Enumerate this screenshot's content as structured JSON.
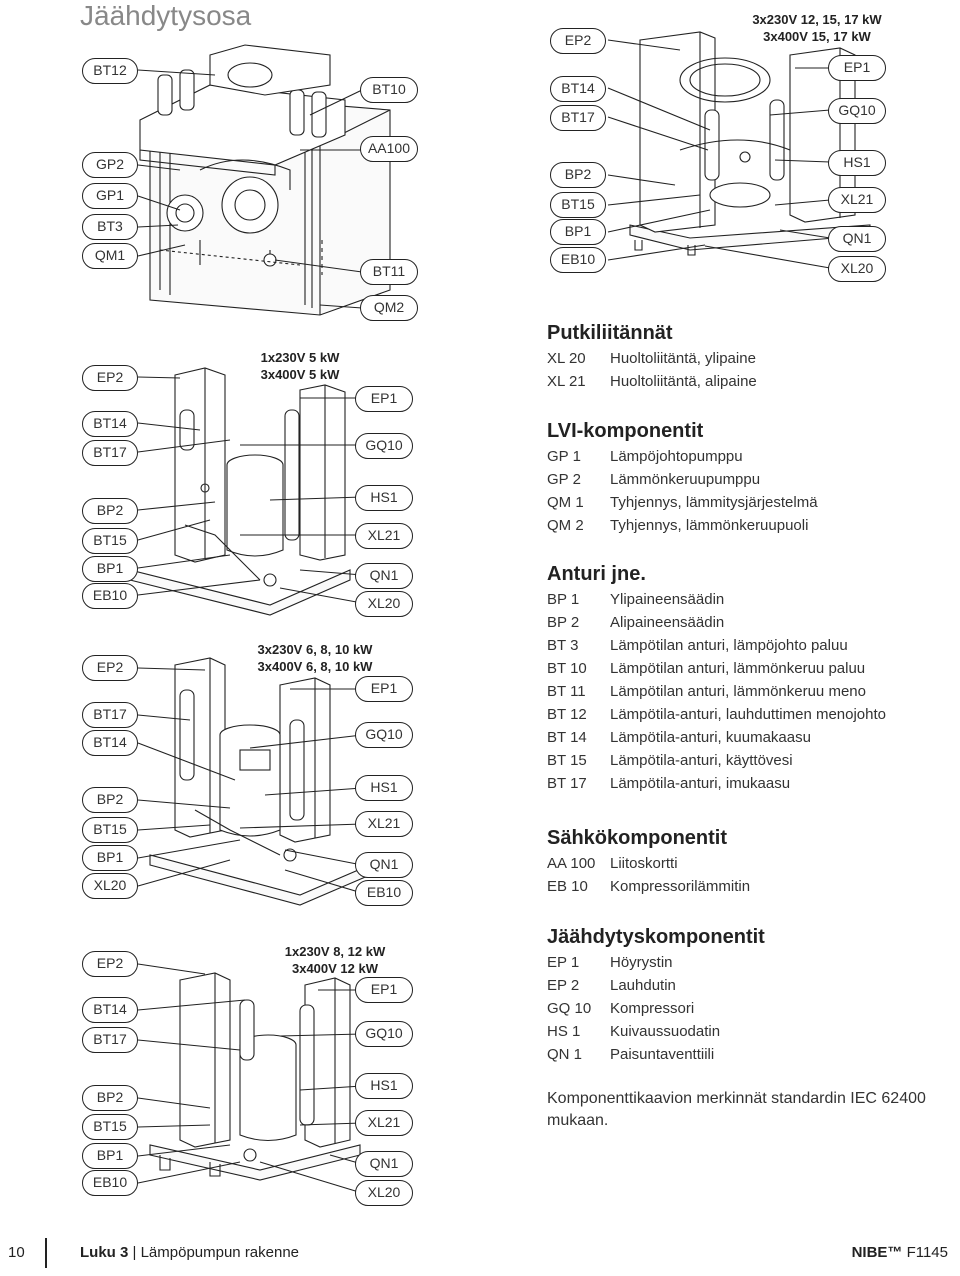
{
  "page": {
    "title": "Jäähdytysosa",
    "page_number": "10",
    "chapter_label": "Luku 3",
    "chapter_title": "Lämpöpumpun rakenne",
    "brand": "NIBE™",
    "model": "F1145"
  },
  "diagrams": {
    "d1": {
      "caption": "",
      "left_tags": [
        "BT12",
        "GP2",
        "GP1",
        "BT3",
        "QM1"
      ],
      "right_tags": [
        "BT10",
        "AA100",
        "BT11",
        "QM2"
      ]
    },
    "d2": {
      "caption_line1": "3x230V 12, 15, 17 kW",
      "caption_line2": "3x400V 15, 17 kW",
      "left_tags": [
        "EP2",
        "BT14",
        "BT17",
        "BP2",
        "BT15",
        "BP1",
        "EB10"
      ],
      "right_tags": [
        "EP1",
        "GQ10",
        "HS1",
        "XL21",
        "QN1",
        "XL20"
      ]
    },
    "d3": {
      "caption_line1": "1x230V 5 kW",
      "caption_line2": "3x400V 5 kW",
      "left_tags": [
        "EP2",
        "BT14",
        "BT17",
        "BP2",
        "BT15",
        "BP1",
        "EB10"
      ],
      "right_tags": [
        "EP1",
        "GQ10",
        "HS1",
        "XL21",
        "QN1",
        "XL20"
      ]
    },
    "d4": {
      "caption_line1": "3x230V 6, 8, 10 kW",
      "caption_line2": "3x400V 6, 8, 10 kW",
      "left_tags": [
        "EP2",
        "BT17",
        "BT14",
        "BP2",
        "BT15",
        "BP1",
        "XL20"
      ],
      "right_tags": [
        "EP1",
        "GQ10",
        "HS1",
        "XL21",
        "QN1",
        "EB10"
      ]
    },
    "d5": {
      "caption_line1": "1x230V 8, 12 kW",
      "caption_line2": "3x400V 12 kW",
      "left_tags": [
        "EP2",
        "BT14",
        "BT17",
        "BP2",
        "BT15",
        "BP1",
        "EB10"
      ],
      "right_tags": [
        "EP1",
        "GQ10",
        "HS1",
        "XL21",
        "QN1",
        "XL20"
      ]
    }
  },
  "legend": {
    "putki": {
      "title": "Putkiliitännät",
      "items": [
        {
          "code": "XL 20",
          "desc": "Huoltoliitäntä, ylipaine"
        },
        {
          "code": "XL 21",
          "desc": "Huoltoliitäntä, alipaine"
        }
      ]
    },
    "lvi": {
      "title": "LVI-komponentit",
      "items": [
        {
          "code": "GP 1",
          "desc": "Lämpöjohtopumppu"
        },
        {
          "code": "GP 2",
          "desc": "Lämmönkeruupumppu"
        },
        {
          "code": "QM 1",
          "desc": "Tyhjennys, lämmitysjärjestelmä"
        },
        {
          "code": "QM 2",
          "desc": "Tyhjennys, lämmönkeruupuoli"
        }
      ]
    },
    "anturi": {
      "title": "Anturi jne.",
      "items": [
        {
          "code": "BP 1",
          "desc": "Ylipaineensäädin"
        },
        {
          "code": "BP 2",
          "desc": "Alipaineensäädin"
        },
        {
          "code": "BT 3",
          "desc": "Lämpötilan anturi, lämpöjohto paluu"
        },
        {
          "code": "BT 10",
          "desc": "Lämpötilan anturi, lämmönkeruu paluu"
        },
        {
          "code": "BT 11",
          "desc": "Lämpötilan anturi, lämmönkeruu meno"
        },
        {
          "code": "BT 12",
          "desc": "Lämpötila-anturi, lauhduttimen menojohto"
        },
        {
          "code": "BT 14",
          "desc": "Lämpötila-anturi, kuumakaasu"
        },
        {
          "code": "BT 15",
          "desc": "Lämpötila-anturi, käyttövesi"
        },
        {
          "code": "BT 17",
          "desc": "Lämpötila-anturi, imukaasu"
        }
      ]
    },
    "sahko": {
      "title": "Sähkökomponentit",
      "items": [
        {
          "code": "AA 100",
          "desc": "Liitoskortti"
        },
        {
          "code": "EB 10",
          "desc": "Kompressorilämmitin"
        }
      ]
    },
    "jaahdytys": {
      "title": "Jäähdytyskomponentit",
      "items": [
        {
          "code": "EP 1",
          "desc": "Höyrystin"
        },
        {
          "code": "EP 2",
          "desc": "Lauhdutin"
        },
        {
          "code": "GQ 10",
          "desc": "Kompressori"
        },
        {
          "code": "HS 1",
          "desc": "Kuivaussuodatin"
        },
        {
          "code": "QN 1",
          "desc": "Paisuntaventtiili"
        }
      ]
    },
    "note": "Komponenttikaavion merkinnät standardin IEC 62400 mukaan."
  }
}
